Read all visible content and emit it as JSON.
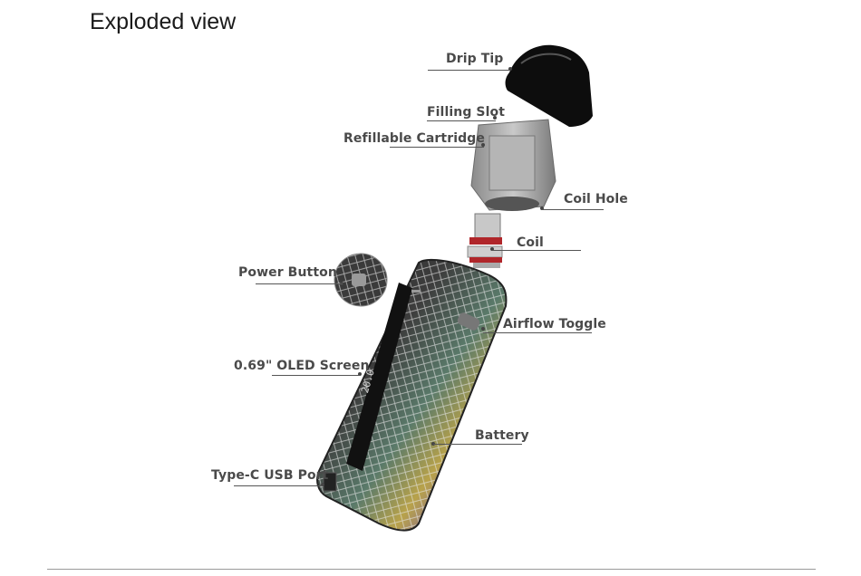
{
  "page": {
    "heading": "Exploded view"
  },
  "labels": {
    "drip_tip": "Drip Tip",
    "filling_slot": "Filling Slot",
    "refillable_cartridge": "Refillable Cartridge",
    "coil_hole": "Coil Hole",
    "coil": "Coil",
    "power_button": "Power Button",
    "airflow_toggle": "Airflow Toggle",
    "oled_screen": "0.69\" OLED Screen",
    "battery": "Battery",
    "usb_port": "Type-C USB Port"
  },
  "screen": {
    "reading": "20.0"
  }
}
